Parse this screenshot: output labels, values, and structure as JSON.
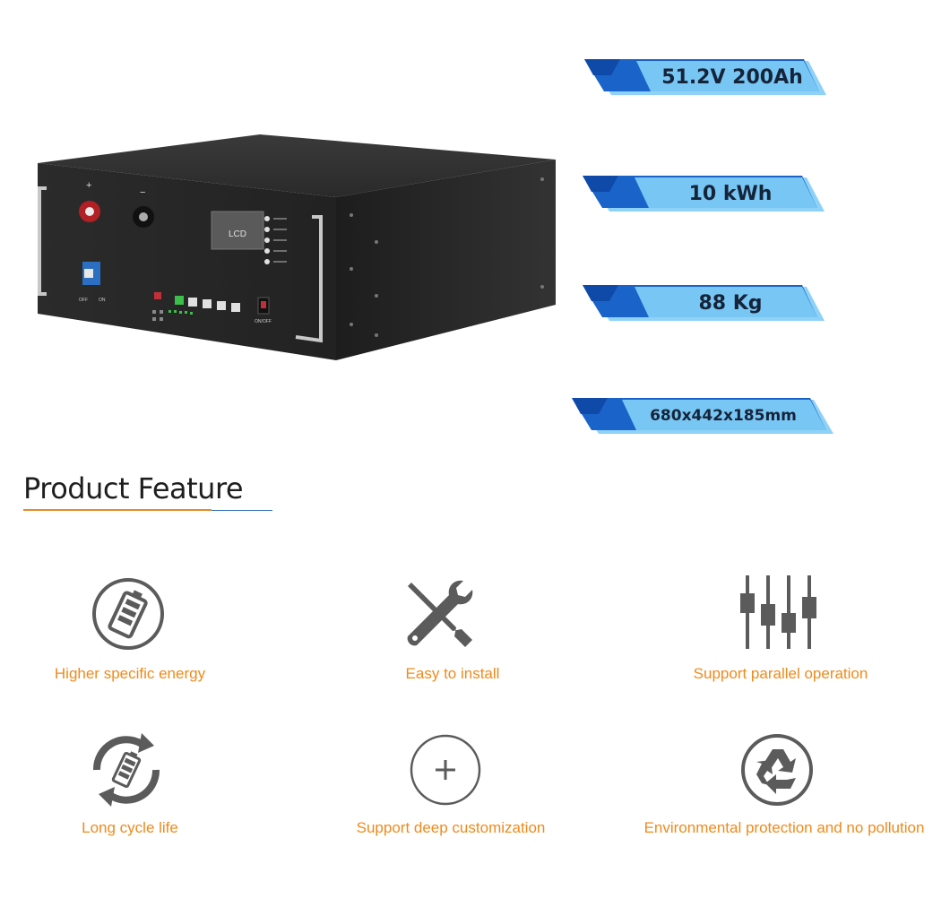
{
  "product": {
    "panel_labels": {
      "plus": "+",
      "minus": "−",
      "lcd": "LCD",
      "breaker_off": "OFF",
      "breaker_on": "ON",
      "power_switch": "ON/OFF"
    }
  },
  "specs": [
    {
      "label": "51.2V  200Ah"
    },
    {
      "label": "10 kWh"
    },
    {
      "label": "88 Kg"
    },
    {
      "label": "680x442x185mm"
    }
  ],
  "section_title": "Product Feature",
  "features": [
    {
      "label": "Higher specific energy",
      "icon": "battery-circle-icon"
    },
    {
      "label": "Easy to install",
      "icon": "wrench-screwdriver-icon"
    },
    {
      "label": "Support parallel operation",
      "icon": "slider-controls-icon"
    },
    {
      "label": "Long cycle life",
      "icon": "battery-cycle-icon"
    },
    {
      "label": "Support deep customization",
      "icon": "plus-circle-icon"
    },
    {
      "label": "Environmental protection and no pollution",
      "icon": "recycle-icon"
    }
  ],
  "colors": {
    "accent_orange": "#ef8a1c",
    "ribbon_blue": "#1a63c9",
    "ribbon_light": "#8fd2f7",
    "icon_gray": "#5b5b5b"
  }
}
